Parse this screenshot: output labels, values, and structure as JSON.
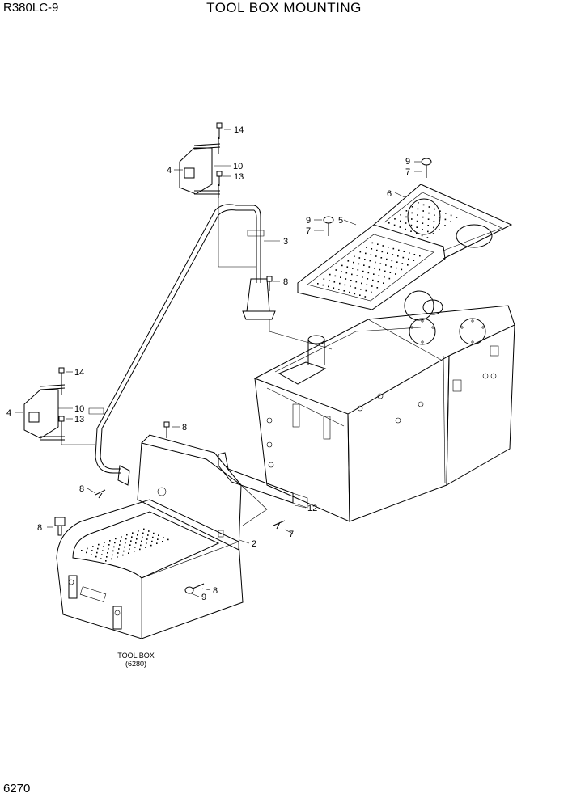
{
  "header": {
    "model": "R380LC-9",
    "title": "TOOL BOX MOUNTING",
    "page_number": "6270"
  },
  "reference_note": {
    "label": "TOOL BOX",
    "ref": "(6280)"
  },
  "callouts": [
    {
      "id": "c14a",
      "text": "14"
    },
    {
      "id": "c10a",
      "text": "10"
    },
    {
      "id": "c4a",
      "text": "4"
    },
    {
      "id": "c13a",
      "text": "13"
    },
    {
      "id": "c3",
      "text": "3"
    },
    {
      "id": "c8a",
      "text": "8"
    },
    {
      "id": "c9a",
      "text": "9"
    },
    {
      "id": "c7a",
      "text": "7"
    },
    {
      "id": "c6",
      "text": "6"
    },
    {
      "id": "c9b",
      "text": "9"
    },
    {
      "id": "c5",
      "text": "5"
    },
    {
      "id": "c7b",
      "text": "7"
    },
    {
      "id": "c14b",
      "text": "14"
    },
    {
      "id": "c10b",
      "text": "10"
    },
    {
      "id": "c4b",
      "text": "4"
    },
    {
      "id": "c13b",
      "text": "13"
    },
    {
      "id": "c8b",
      "text": "8"
    },
    {
      "id": "c8c",
      "text": "8"
    },
    {
      "id": "c12",
      "text": "12"
    },
    {
      "id": "c8d",
      "text": "8"
    },
    {
      "id": "c7c",
      "text": "7"
    },
    {
      "id": "c2",
      "text": "2"
    },
    {
      "id": "c8e",
      "text": "8"
    },
    {
      "id": "c9c",
      "text": "9"
    }
  ]
}
